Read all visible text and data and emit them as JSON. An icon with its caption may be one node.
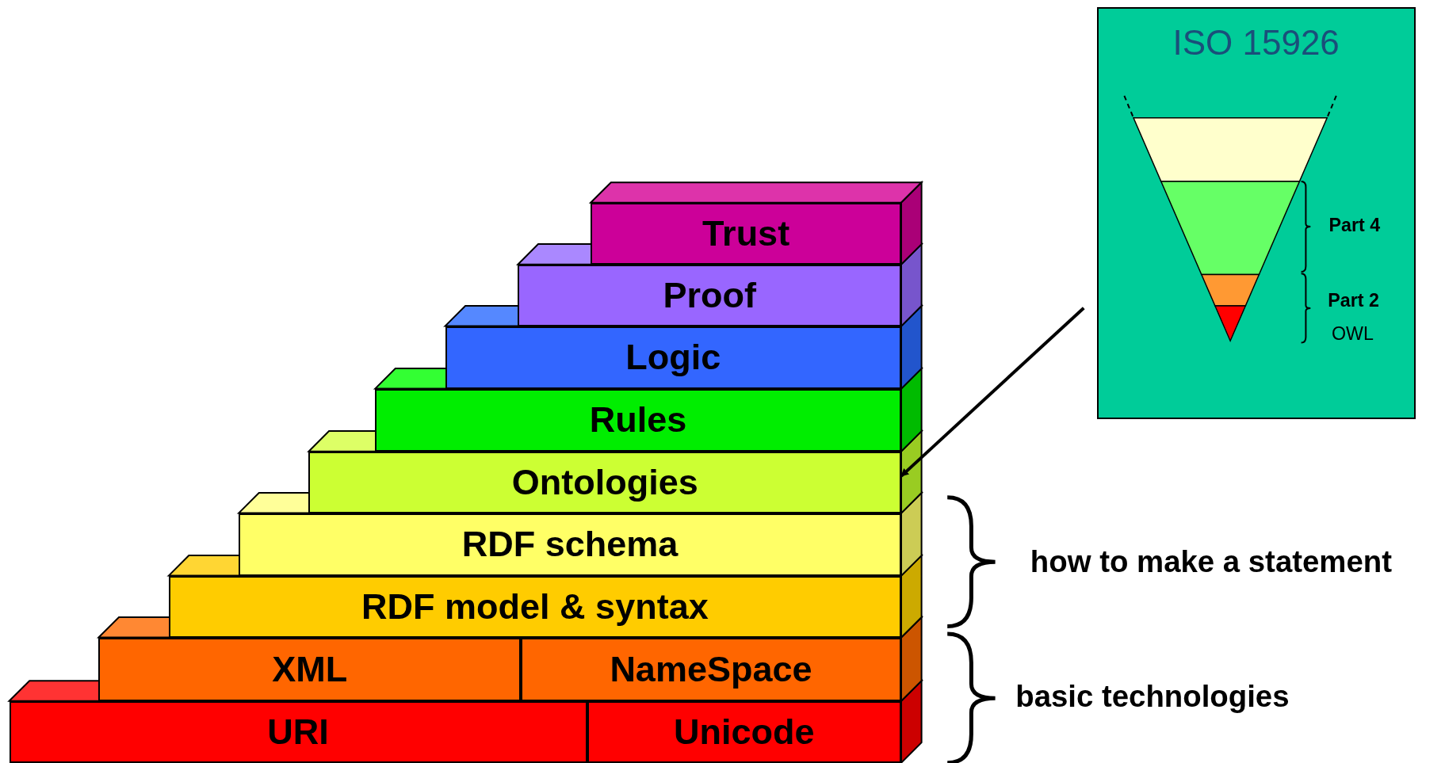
{
  "diagram": {
    "nodes": [
      {
        "text": [
          "Trust"
        ]
      },
      {
        "text": [
          "Proof"
        ]
      },
      {
        "text": [
          "Logic"
        ]
      },
      {
        "text": [
          "Rules"
        ]
      },
      {
        "text": [
          "Ontologies"
        ]
      },
      {
        "text": [
          "RDF schema"
        ]
      },
      {
        "text": [
          "RDF model & syntax"
        ]
      },
      {
        "text": [
          "XML"
        ]
      },
      {
        "text": [
          "NameSpace"
        ]
      },
      {
        "text": [
          "URI"
        ]
      },
      {
        "text": [
          "Unicode"
        ]
      },
      {
        "text": [
          "ISO 15926"
        ]
      }
    ],
    "edges": [
      {
        "from": 11,
        "to": 4,
        "arrow": "to"
      }
    ],
    "labels": [
      "Part 4",
      "Part 2",
      "OWL",
      "how to make a statement",
      "basic technologies"
    ]
  }
}
